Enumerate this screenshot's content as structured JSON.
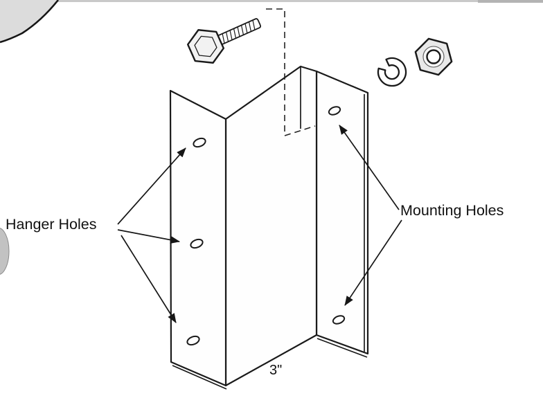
{
  "page": {
    "background_color": "#ffffff",
    "line_color": "#1a1a1a"
  },
  "diagram": {
    "labels": {
      "hanger_holes": "Hanger Holes",
      "mounting_holes": "Mounting Holes",
      "width_dimension": "3\""
    },
    "parts": {
      "bolt": "hex-bolt",
      "lock_washer": "lock-washer",
      "nut": "hex-nut",
      "bracket": "mounting-bracket"
    },
    "hole_counts": {
      "hanger_holes": 3,
      "mounting_holes": 2
    }
  }
}
